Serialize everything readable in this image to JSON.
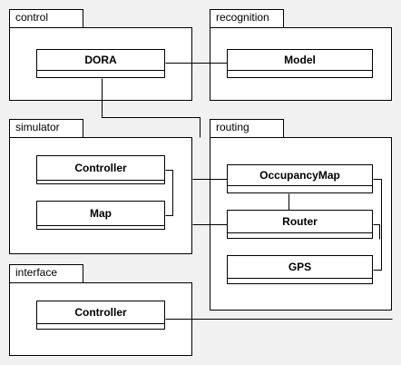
{
  "packages": [
    {
      "id": "control",
      "name": "control"
    },
    {
      "id": "recognition",
      "name": "recognition"
    },
    {
      "id": "simulator",
      "name": "simulator"
    },
    {
      "id": "routing",
      "name": "routing"
    },
    {
      "id": "interface",
      "name": "interface"
    }
  ],
  "classes": [
    {
      "id": "dora",
      "package": "control",
      "name": "DORA"
    },
    {
      "id": "model",
      "package": "recognition",
      "name": "Model"
    },
    {
      "id": "sim-controller",
      "package": "simulator",
      "name": "Controller"
    },
    {
      "id": "map",
      "package": "simulator",
      "name": "Map"
    },
    {
      "id": "occupancymap",
      "package": "routing",
      "name": "OccupancyMap"
    },
    {
      "id": "router",
      "package": "routing",
      "name": "Router"
    },
    {
      "id": "gps",
      "package": "routing",
      "name": "GPS"
    },
    {
      "id": "iface-controller",
      "package": "interface",
      "name": "Controller"
    }
  ],
  "connections": [
    {
      "from": "dora",
      "to": "model"
    },
    {
      "from": "dora",
      "to": "routing"
    },
    {
      "from": "sim-controller",
      "to": "map"
    },
    {
      "from": "simulator",
      "to": "occupancymap"
    },
    {
      "from": "simulator",
      "to": "router"
    },
    {
      "from": "occupancymap",
      "to": "router"
    },
    {
      "from": "occupancymap",
      "to": "gps"
    },
    {
      "from": "router",
      "to": "gps"
    },
    {
      "from": "iface-controller",
      "to": "routing"
    }
  ]
}
